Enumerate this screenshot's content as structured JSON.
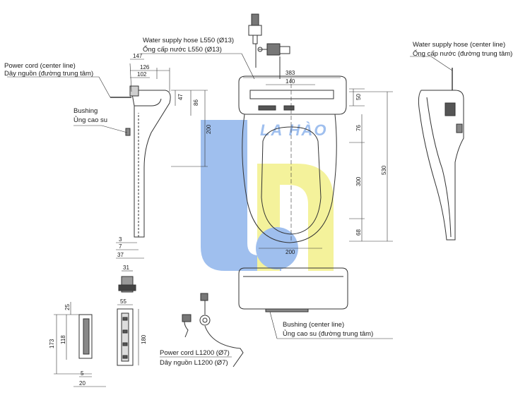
{
  "labels": {
    "water_hose_en": "Water supply hose L550 (Ø13)",
    "water_hose_vi": "Ống cấp nước L550 (Ø13)",
    "water_hose_side_en": "Water supply hose (center line)",
    "water_hose_side_vi": "Ống cấp nước (đường trung tâm)",
    "power_cord_en": "Power cord (center line)",
    "power_cord_vi": "Dây nguồn (đường trung tâm)",
    "bushing_en": "Bushing",
    "bushing_vi": "Ủng cao su",
    "bushing_center_en": "Bushing (center line)",
    "bushing_center_vi": "Ủng cao su (đường trung tâm)",
    "power_cord_long_en": "Power cord L1200 (Ø7)",
    "power_cord_long_vi": "Dây nguồn L1200 (Ø7)"
  },
  "dimensions": {
    "d126": "126",
    "d147": "147",
    "d102": "102",
    "d47": "47",
    "d86": "86",
    "d200v": "200",
    "d3": "3",
    "d7": "7",
    "d37": "37",
    "d31": "31",
    "d383": "383",
    "d140": "140",
    "d50": "50",
    "d76": "76",
    "d300": "300",
    "d530": "530",
    "d68": "68",
    "d200h": "200",
    "d25": "25",
    "d173": "173",
    "d118": "118",
    "d5": "5",
    "d20": "20",
    "d55": "55",
    "d180": "180"
  },
  "watermark": {
    "text": "LA HÀO",
    "blue": "#8fb4ec",
    "yellow": "#f3f08a"
  }
}
